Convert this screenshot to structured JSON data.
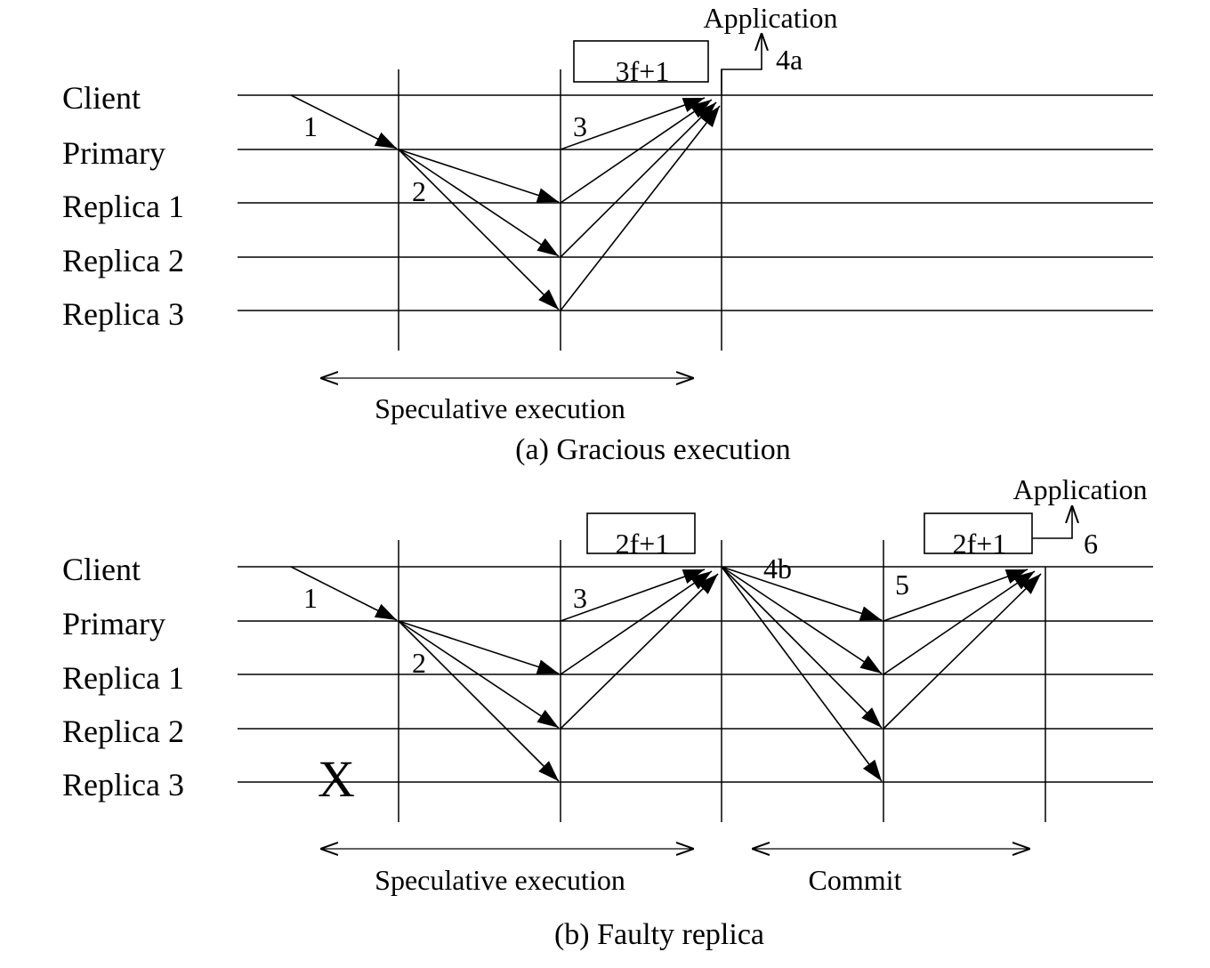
{
  "row_labels": [
    "Client",
    "Primary",
    "Replica 1",
    "Replica 2",
    "Replica 3"
  ],
  "panel_a": {
    "caption": "(a) Gracious execution",
    "msg_labels": {
      "m1": "1",
      "m2": "2",
      "m3": "3",
      "m4a": "4a"
    },
    "quorum_box": "3f+1",
    "application": "Application",
    "phase_speculative": "Speculative execution"
  },
  "panel_b": {
    "caption": "(b) Faulty replica",
    "msg_labels": {
      "m1": "1",
      "m2": "2",
      "m3": "3",
      "m4b": "4b",
      "m5": "5",
      "m6": "6"
    },
    "quorum_box_1": "2f+1",
    "quorum_box_2": "2f+1",
    "application": "Application",
    "phase_speculative": "Speculative execution",
    "phase_commit": "Commit",
    "faulty_mark": "X"
  },
  "colors": {
    "ink": "#000000",
    "background": "#ffffff"
  }
}
